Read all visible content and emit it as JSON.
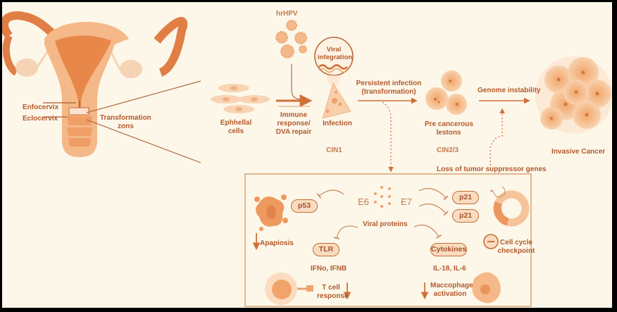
{
  "colors": {
    "background": "#fdf7ea",
    "accent": "#d9773f",
    "text": "#b15a2c",
    "light_fill": "#f6c9a2",
    "border": "#d9a36f"
  },
  "anatomy": {
    "endocervix": "Enfocervix",
    "ectocervix": "Eclocervix",
    "transformation_zone": [
      "Transformation",
      "zons"
    ]
  },
  "progression": {
    "virus_label": "hrHPV",
    "viral_integration": [
      "Viral",
      "infegration"
    ],
    "epithelial": [
      "Ephhellal",
      "cells"
    ],
    "immune": [
      "Immune",
      "response/",
      "DVA repair"
    ],
    "infection": "Infection",
    "cin1": "CIN1",
    "persistent": [
      "Persistent infection",
      "(transformation)"
    ],
    "precancerous": [
      "Pre cancerous",
      "lestons"
    ],
    "cin23": "CIN2/3",
    "genome": "Genome instability",
    "invasive": "Invasive Cancer",
    "tumor_suppressor": "Loss of tumor suppressor genes"
  },
  "mechanisms": {
    "e6": "E6",
    "e7": "E7",
    "viral_proteins": "Viral proteins",
    "p53": "p53",
    "apoptosis": "Apapiosis",
    "tlr": "TLR",
    "ifn": "IFNo, IFNB",
    "tcell": [
      "T cell",
      "response"
    ],
    "p21_a": "p21",
    "p21_b": "p21",
    "cytokines": "Cytokines",
    "il": "IL-18, IL-6",
    "macrophage": [
      "Maccophage",
      "activation"
    ],
    "cell_cycle": [
      "Cell cycle",
      "checkpoint"
    ]
  }
}
